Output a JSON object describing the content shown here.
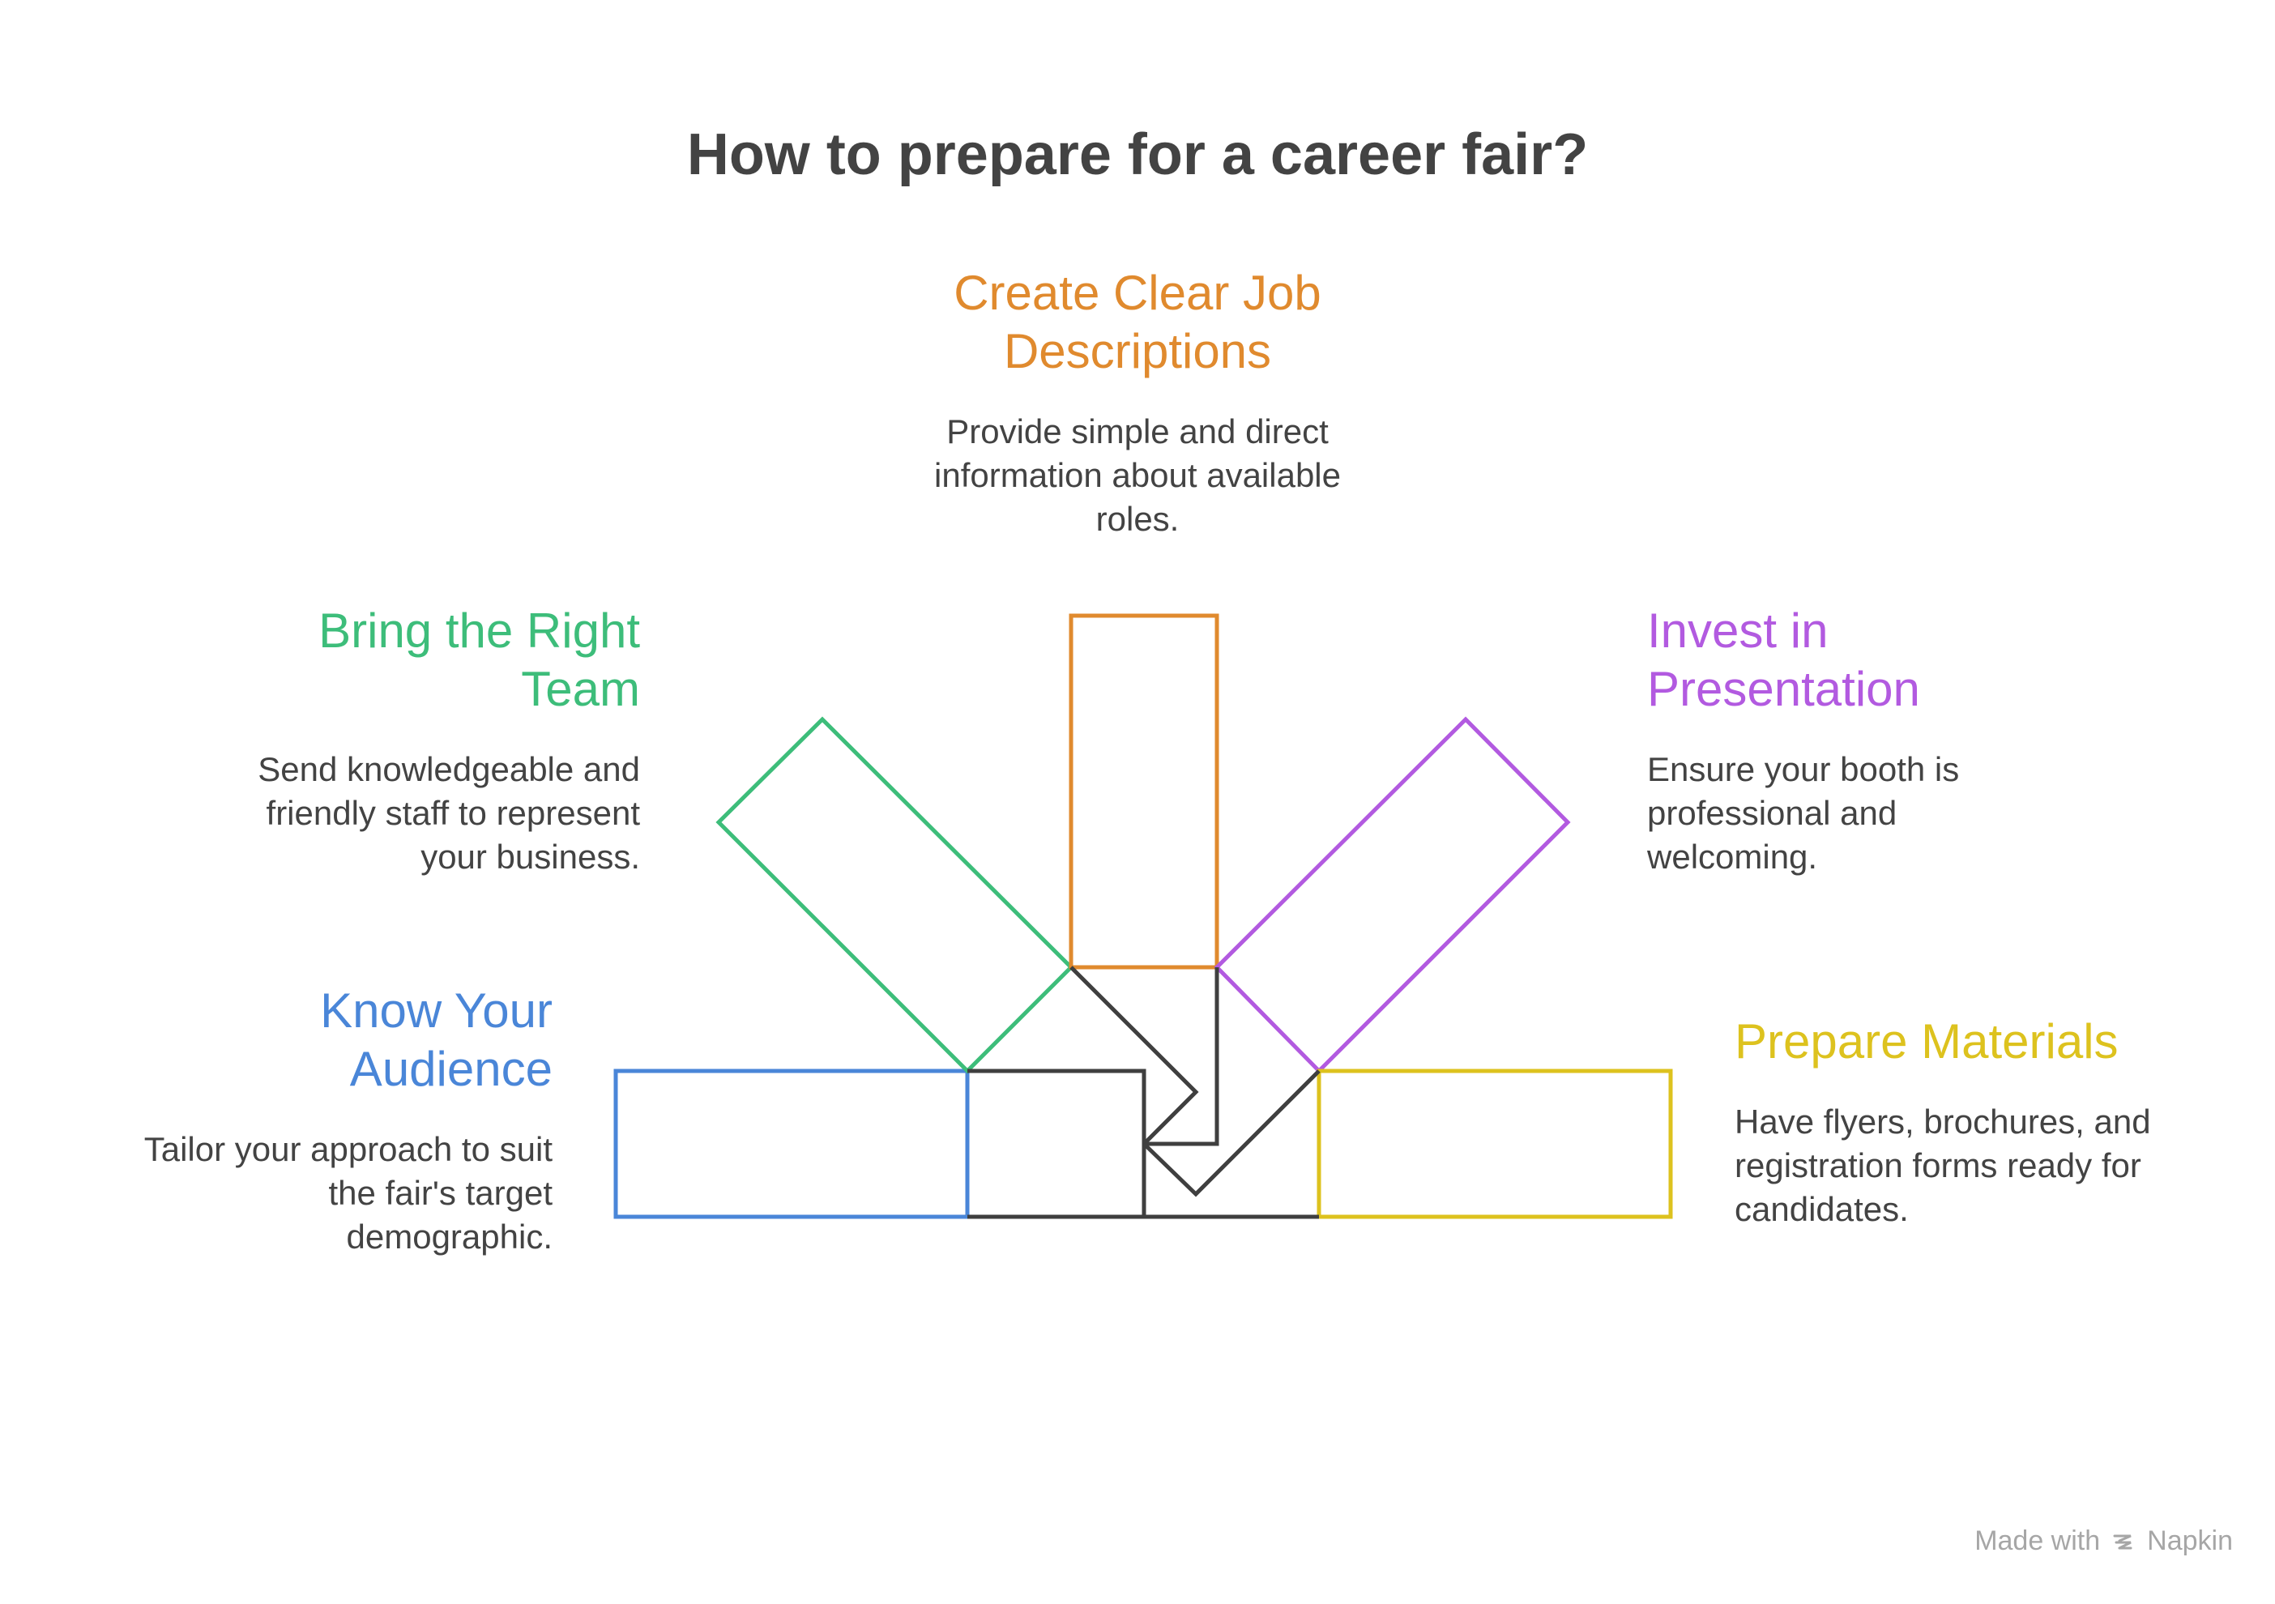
{
  "title": "How to prepare for a career fair?",
  "items": [
    {
      "id": "know-your-audience",
      "heading": "Know Your Audience",
      "description": "Tailor your approach to suit the fair's target demographic.",
      "color": "#4a86d8"
    },
    {
      "id": "bring-the-right-team",
      "heading": "Bring the Right Team",
      "description": "Send knowledgeable and friendly staff to represent your business.",
      "color": "#3dbd7a"
    },
    {
      "id": "create-clear-job-descriptions",
      "heading": "Create Clear Job Descriptions",
      "description": "Provide simple and direct information about available roles.",
      "color": "#e08a2e"
    },
    {
      "id": "invest-in-presentation",
      "heading": "Invest in Presentation",
      "description": "Ensure your booth is professional and welcoming.",
      "color": "#b25ae0"
    },
    {
      "id": "prepare-materials",
      "heading": "Prepare Materials",
      "description": "Have flyers, brochures, and registration forms ready for candidates.",
      "color": "#ddc21e"
    }
  ],
  "colors": {
    "title": "#434343",
    "text": "#434343",
    "connector": "#3f3f3f",
    "watermark": "#a6a6a6"
  },
  "watermark": {
    "prefix": "Made with",
    "brand": "Napkin",
    "icon": "napkin-logo-icon"
  }
}
